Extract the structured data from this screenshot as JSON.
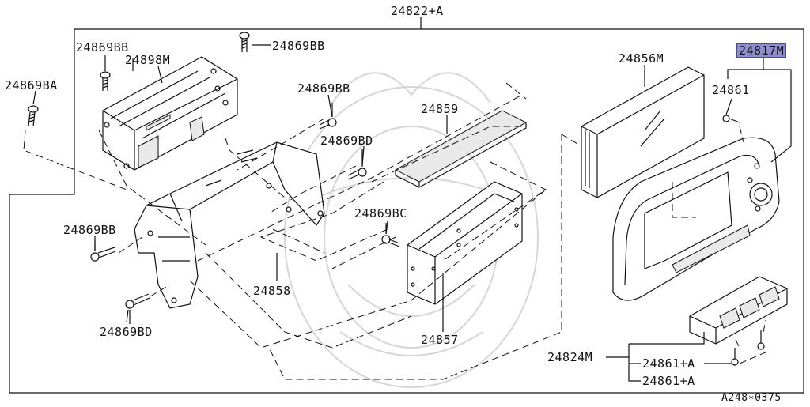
{
  "labels": {
    "assembly": "24822+A",
    "bb_top_left": "24869BB",
    "bb_top_right": "24869BB",
    "ba_left": "24869BA",
    "p24898m": "24898M",
    "bb_mid": "24869BB",
    "bd_mid": "24869BD",
    "p24859": "24859",
    "bc": "24869BC",
    "bb_lower_left": "24869BB",
    "p24858": "24858",
    "bd_bottom": "24869BD",
    "p24857": "24857",
    "p24856m": "24856M",
    "p24817m": "24817M",
    "p24861": "24861",
    "p24824m": "24824M",
    "p24861a_1": "24861+A",
    "p24861a_2": "24861+A",
    "diagram_code": "A248∗0375"
  },
  "highlight_color": "#8c8ccf"
}
